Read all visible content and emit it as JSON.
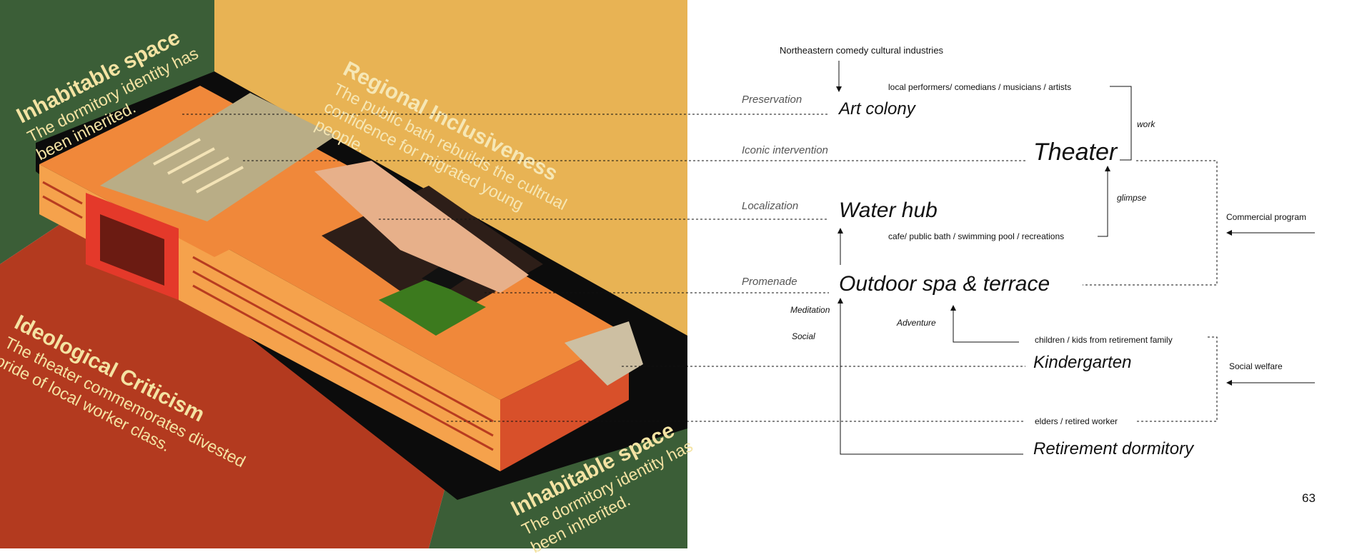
{
  "colors": {
    "mustard": "#e8b354",
    "green": "#3b5e37",
    "red": "#b33a1f",
    "black": "#0c0c0c",
    "orange": "#f0883a",
    "cream": "#f4e3a3",
    "roof": "#b9ad86"
  },
  "panels": {
    "top_left": {
      "title": "Inhabitable space",
      "text": "The dormitory identity has been inherited."
    },
    "top_right": {
      "title": "Regional Inclusiveness",
      "text": "The public bath rebuilds the cultrual confidence for migrated young people."
    },
    "bottom_left": {
      "title": "Ideological Criticism",
      "text": "The theater commemorates divested pride of local worker class."
    },
    "bottom_right": {
      "title": "Inhabitable space",
      "text": "The dormitory identity has been inherited."
    }
  },
  "diagram": {
    "source": "Northeastern comedy cultural industries",
    "categories": {
      "preservation": "Preservation",
      "iconic": "Iconic intervention",
      "localization": "Localization",
      "promenade": "Promenade"
    },
    "programs": {
      "art_colony": "Art colony",
      "theater": "Theater",
      "water_hub": "Water hub",
      "outdoor_spa": "Outdoor spa & terrace",
      "kindergarten": "Kindergarten",
      "retirement": "Retirement dormitory"
    },
    "notes": {
      "performers": "local performers/ comedians / musicians / artists",
      "cafe": "cafe/ public bath / swimming pool / recreations",
      "children": "children / kids from retirement family",
      "elders": "elders / retired worker"
    },
    "relations": {
      "work": "work",
      "glimpse": "glimpse",
      "meditation": "Meditation",
      "social": "Social",
      "adventure": "Adventure"
    },
    "side": {
      "commercial": "Commercial program",
      "welfare": "Social welfare"
    }
  },
  "page_number": "63"
}
